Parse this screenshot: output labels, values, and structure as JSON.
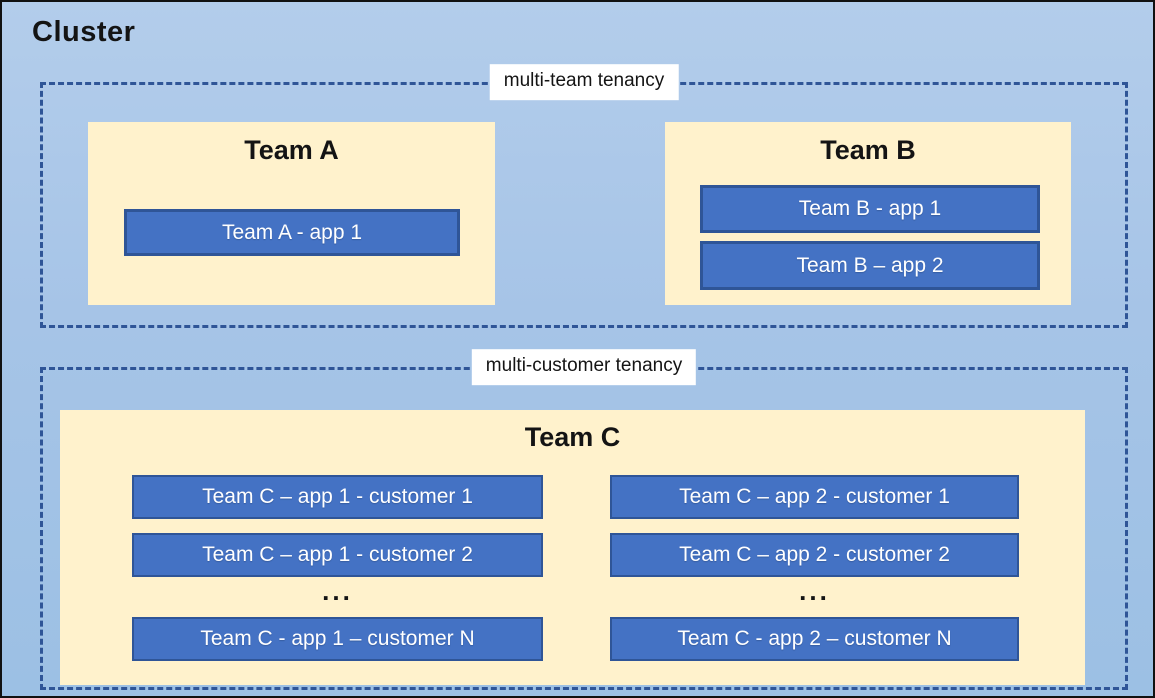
{
  "page": {
    "title": "Cluster"
  },
  "sections": {
    "multi_team": {
      "label": "multi-team tenancy",
      "team_a": {
        "name": "Team A",
        "apps": [
          "Team A - app 1"
        ]
      },
      "team_b": {
        "name": "Team B",
        "apps": [
          "Team B - app 1",
          "Team B – app 2"
        ]
      }
    },
    "multi_customer": {
      "label": "multi-customer tenancy",
      "team_c": {
        "name": "Team C",
        "col1": {
          "rows": [
            "Team C – app 1 - customer 1",
            "Team C – app 1 - customer 2"
          ],
          "ellipsis": "...",
          "last": "Team C - app 1 – customer N"
        },
        "col2": {
          "rows": [
            "Team C – app 2 - customer 1",
            "Team C – app 2 - customer 2"
          ],
          "ellipsis": "...",
          "last": "Team C - app 2 – customer N"
        }
      }
    }
  },
  "colors": {
    "canvas_blue": "#a6c4e7",
    "panel_cream": "#fff2cc",
    "app_blue": "#4472c4",
    "app_border_blue": "#2f5597",
    "dashed_border_blue": "#2f5597",
    "label_background": "#ffffff",
    "outer_border": "#111111",
    "title_text": "#141414",
    "app_text": "#ffffff"
  }
}
